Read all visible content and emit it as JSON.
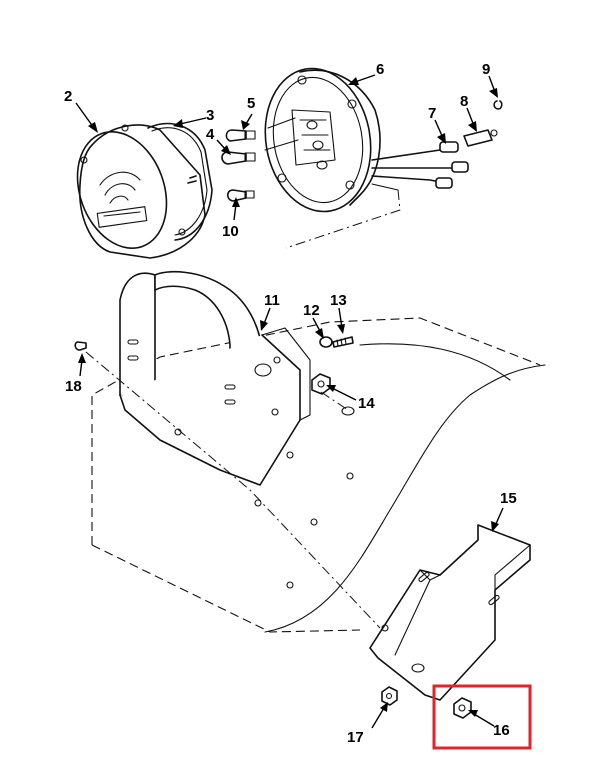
{
  "figure": {
    "callouts": [
      "2",
      "3",
      "4",
      "5",
      "6",
      "7",
      "8",
      "9",
      "10",
      "11",
      "12",
      "13",
      "14",
      "15",
      "16",
      "17",
      "18"
    ],
    "highlighted_item": "16",
    "colors": {
      "line": "#111111",
      "background": "#ffffff",
      "highlight": "#e0242b"
    }
  }
}
